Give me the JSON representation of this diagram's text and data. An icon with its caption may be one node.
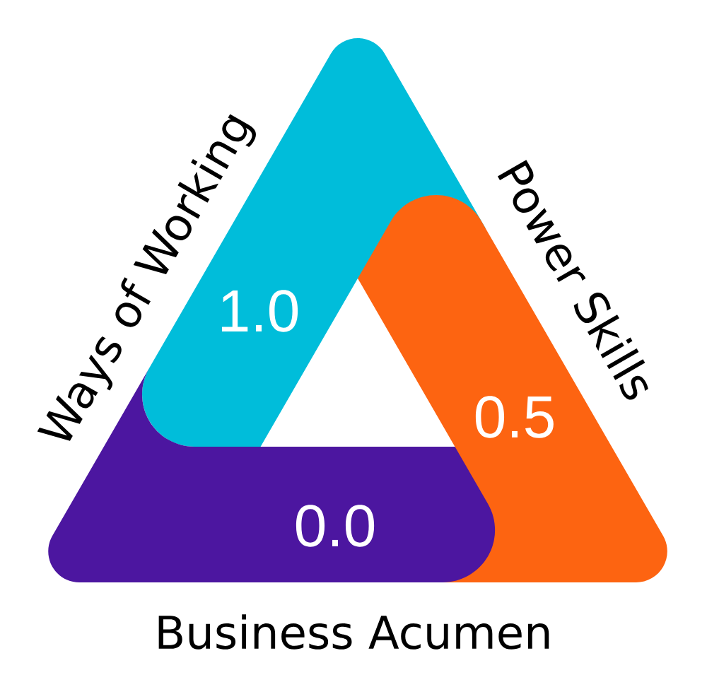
{
  "diagram": {
    "nodes": [
      {
        "text": [
          "1.0"
        ],
        "beside": [
          "Ways of Working"
        ]
      },
      {
        "text": [
          "0.5"
        ],
        "beside": [
          "Power Skills"
        ]
      },
      {
        "text": [
          "0.0"
        ],
        "beside": [
          "Business Acumen"
        ]
      }
    ]
  }
}
